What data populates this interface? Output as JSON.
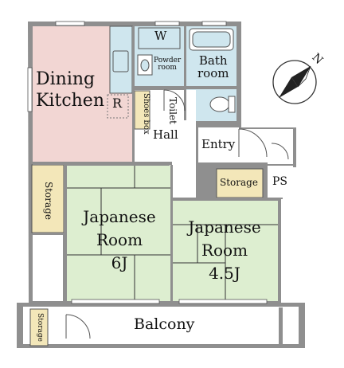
{
  "rooms": {
    "dining_kitchen": [
      "Dining",
      "Kitchen"
    ],
    "refrigerator_mark": "R",
    "washer_mark": "W",
    "powder_room": [
      "Powder",
      "room"
    ],
    "bath_room": [
      "Bath",
      "room"
    ],
    "toilet": "Toilet",
    "shoes_box": "Shoes box",
    "hall": "Hall",
    "entry": "Entry",
    "storage_center": "Storage",
    "ps": "PS",
    "storage_left": "Storage",
    "japanese_room_6": [
      "Japanese",
      "Room",
      "6J"
    ],
    "japanese_room_45": [
      "Japanese",
      "Room",
      "4.5J"
    ],
    "storage_balcony": "Storage",
    "balcony": "Balcony"
  },
  "compass": {
    "label": "N"
  },
  "colors": {
    "wall": "#8f8f8f",
    "dining_kitchen": "#f2d6d3",
    "wet_area": "#cfe6ee",
    "japanese_room": "#ddeed0",
    "storage": "#f3e7b9",
    "tatami_line": "#333333",
    "balcony": "#ffffff"
  }
}
